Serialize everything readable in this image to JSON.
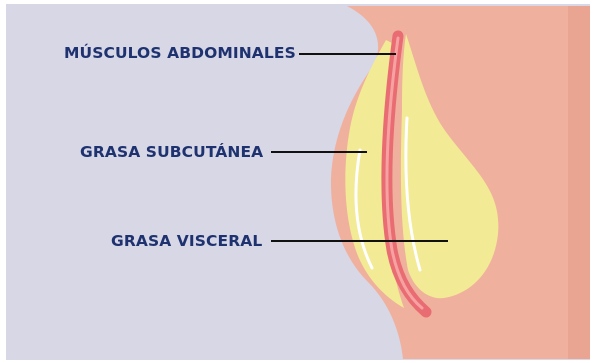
{
  "labels": {
    "musculos": "MÚSCULOS ABDOMINALES",
    "subcutanea": "GRASA SUBCUTÁNEA",
    "visceral": "GRASA VISCERAL"
  },
  "colors": {
    "background": "#d7d7e6",
    "skin": "#f0b09e",
    "skin_edge": "#e59a88",
    "fat": "#f2ea94",
    "muscle": "#e86c72",
    "label_text": "#1f3270",
    "leader_line": "#111111"
  }
}
